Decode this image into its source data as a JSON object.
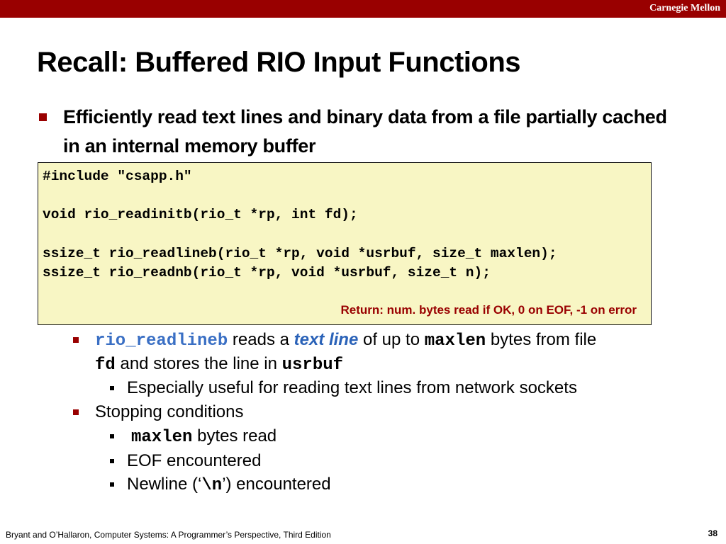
{
  "header": {
    "brand": "Carnegie Mellon"
  },
  "title": "Recall: Buffered RIO Input Functions",
  "bullet1": "Efficiently read text lines and binary data from a file partially cached in an internal memory buffer",
  "code": {
    "lines": [
      "#include \"csapp.h\"",
      "void rio_readinitb(rio_t *rp, int fd);",
      "ssize_t rio_readlineb(rio_t *rp, void *usrbuf, size_t maxlen);",
      "ssize_t rio_readnb(rio_t *rp, void *usrbuf, size_t n);"
    ],
    "return_note": "Return: num. bytes read if OK, 0 on EOF, -1 on error"
  },
  "sub1": {
    "fn": "rio_readlineb",
    "t1": " reads a ",
    "em": "text line",
    "t2": " of up to ",
    "maxlen": "maxlen",
    "t3": " bytes from file",
    "fd": "fd",
    "t4": " and stores the line in ",
    "usrbuf": "usrbuf"
  },
  "sub1_detail": "Especially useful for reading text lines from network sockets",
  "sub2": "Stopping conditions",
  "stops": {
    "maxlen_code": "maxlen",
    "maxlen_text": " bytes read",
    "eof": "EOF encountered",
    "nl_pre": "Newline (‘",
    "nl_code": "\\n",
    "nl_post": "’) encountered"
  },
  "footer": "Bryant and O’Hallaron, Computer Systems: A Programmer’s Perspective, Third Edition",
  "page_number": "38",
  "colors": {
    "brand_red": "#990000",
    "code_bg": "#f8f6c4",
    "accent_blue": "#3a6fc4"
  }
}
